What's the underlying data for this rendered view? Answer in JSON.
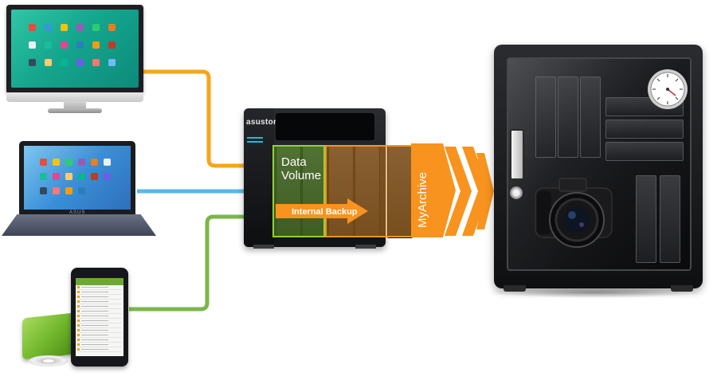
{
  "diagram": {
    "nas": {
      "brand": "asustor",
      "data_volume_label": "Data\nVolume",
      "internal_backup_label": "Internal Backup"
    },
    "archive_label": "MyArchive",
    "laptop_logo": "ASUS",
    "colors": {
      "desktop_line": "#f7a51c",
      "laptop_line": "#5bb8e6",
      "mobile_line": "#7ab648",
      "data_volume": "#8fd13a",
      "archive": "#f7931e",
      "arrow_cyan": "#42b6dd"
    },
    "icons": [
      "desktop-monitor-icon",
      "laptop-icon",
      "smartphone-icon",
      "external-hdd-icon",
      "nas-icon",
      "dry-cabinet-icon",
      "camera-icon",
      "gauge-icon"
    ]
  }
}
